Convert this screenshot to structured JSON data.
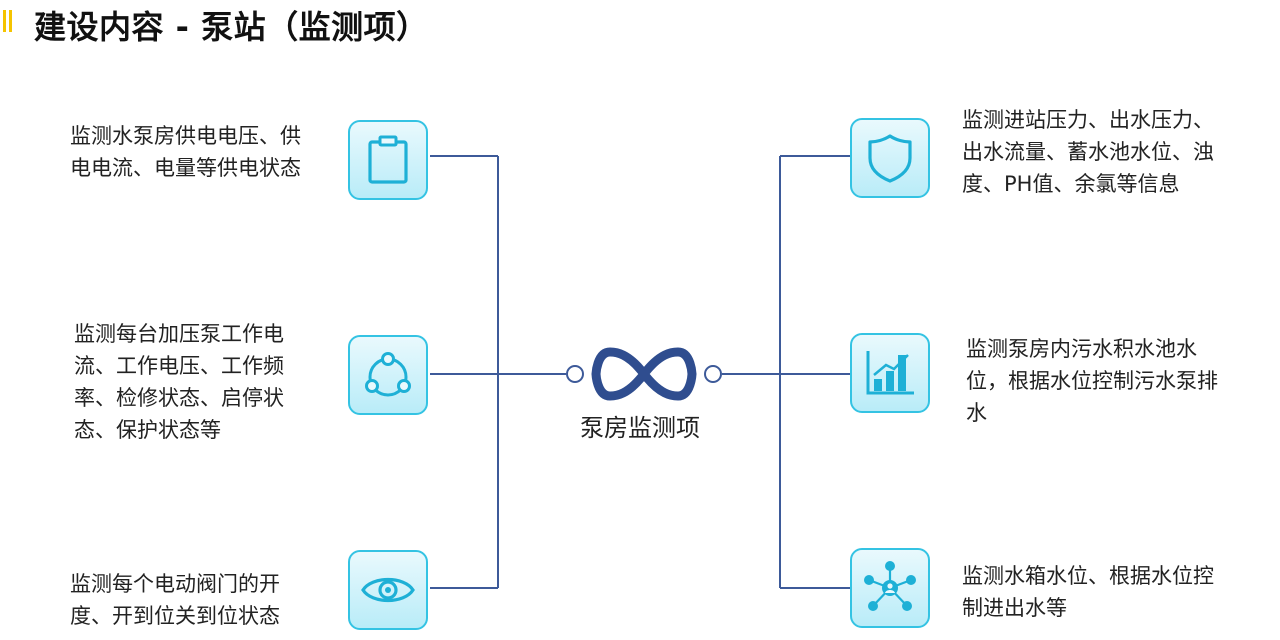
{
  "title": "建设内容 - 泵站（监测项）",
  "center": {
    "label": "泵房监测项",
    "icon": "infinity-icon"
  },
  "colors": {
    "accent": "#f5c400",
    "line": "#3d5a99",
    "icon": "#1eb0d6",
    "box_border": "#34c3e3",
    "infinity": "#2f4d8f"
  },
  "left_items": [
    {
      "icon": "clipboard-icon",
      "text": "监测水泵房供电电压、供电电流、电量等供电状态"
    },
    {
      "icon": "share-nodes-icon",
      "text": "监测每台加压泵工作电流、工作电压、工作频率、检修状态、启停状态、保护状态等"
    },
    {
      "icon": "eye-icon",
      "text": "监测每个电动阀门的开度、开到位关到位状态"
    }
  ],
  "right_items": [
    {
      "icon": "shield-icon",
      "text": "监测进站压力、出水压力、出水流量、蓄水池水位、浊度、PH值、余氯等信息"
    },
    {
      "icon": "bar-chart-icon",
      "text": "监测泵房内污水积水池水位，根据水位控制污水泵排水"
    },
    {
      "icon": "network-icon",
      "text": "监测水箱水位、根据水位控制进出水等"
    }
  ]
}
